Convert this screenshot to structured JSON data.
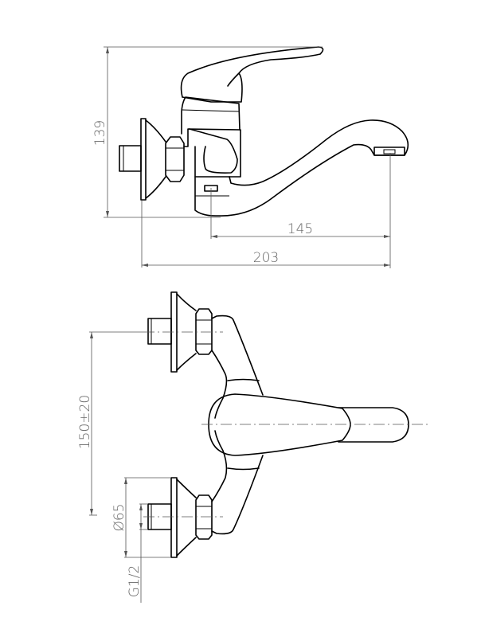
{
  "side_view": {
    "height_dim": "139",
    "spout_reach_dim": "145",
    "total_depth_dim": "203"
  },
  "top_view": {
    "center_distance_dim": "150±20",
    "escutcheon_diameter_dim": "Ø65",
    "thread_dim": "G1/2"
  }
}
